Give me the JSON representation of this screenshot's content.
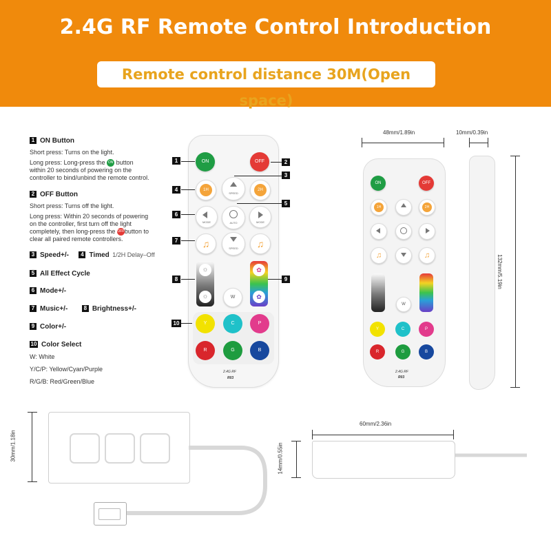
{
  "header": {
    "title": "2.4G RF Remote Control Introduction",
    "subtitle": "Remote control distance 30M(Open space)"
  },
  "legend": [
    {
      "num": "1",
      "title": "ON Button",
      "lines": [
        "Short press: Turns on the light.",
        "Long press: Long-press the ON button within 20 seconds of powering on the controller to bind/unbind the remote control."
      ]
    },
    {
      "num": "2",
      "title": "OFF Button",
      "lines": [
        "Short press: Turns off the light.",
        "Long press: Within 20 seconds of powering on the controller, first turn off the light completely, then long-press the OFF button to clear all paired remote controllers."
      ]
    },
    {
      "num": "3",
      "title": "Speed+/-"
    },
    {
      "num": "4",
      "title": "Timed",
      "sub": "1/2H Delay–Off"
    },
    {
      "num": "5",
      "title": "All Effect Cycle"
    },
    {
      "num": "6",
      "title": "Mode+/-"
    },
    {
      "num": "7",
      "title": "Music+/-"
    },
    {
      "num": "8",
      "title": "Brightness+/-"
    },
    {
      "num": "9",
      "title": "Color+/-"
    },
    {
      "num": "10",
      "title": "Color Select"
    }
  ],
  "color_select_lines": [
    "W: White",
    "Y/C/P: Yellow/Cyan/Purple",
    "R/G/B: Red/Green/Blue"
  ],
  "long_press_on": {
    "prefix": "Long press: Long-press the",
    "badge": "ON",
    "suffix": "button within 20 seconds of powering on the controller to bind/unbind the remote control."
  },
  "long_press_off": {
    "prefix": "Long press: Within 20 seconds of powering on the controller, first turn off the light completely, then long-press the",
    "badge": "OFF",
    "suffix": "button to clear all paired remote controllers."
  },
  "remote": {
    "on": "ON",
    "off": "OFF",
    "h1": "1H",
    "h2": "2H",
    "speed": "SPEED",
    "auto": "AUTO",
    "mode": "MODE",
    "w": "W",
    "colors": [
      {
        "label": "Y",
        "hex": "#f2e200"
      },
      {
        "label": "C",
        "hex": "#1fc1c9"
      },
      {
        "label": "P",
        "hex": "#e23b8c"
      },
      {
        "label": "R",
        "hex": "#d9262c"
      },
      {
        "label": "G",
        "hex": "#1e9c3f"
      },
      {
        "label": "B",
        "hex": "#17489e"
      }
    ],
    "brand": "2.4G RF",
    "model": "R03",
    "callouts": [
      "1",
      "2",
      "3",
      "4",
      "5",
      "6",
      "7",
      "8",
      "9",
      "10"
    ]
  },
  "dimensions": {
    "width": "48mm/1.89in",
    "thickness": "10mm/0.39in",
    "height": "132mm/5.19in",
    "ctrl_height": "30mm/1.18in",
    "ctrl_width": "60mm/2.36in",
    "ctrl_depth": "14mm/0.55in"
  },
  "colors": {
    "header": "#f08a0c",
    "subtitle": "#e8a41e",
    "on": "#1f9d44",
    "off": "#e43a36",
    "orange": "#f4a43a"
  }
}
